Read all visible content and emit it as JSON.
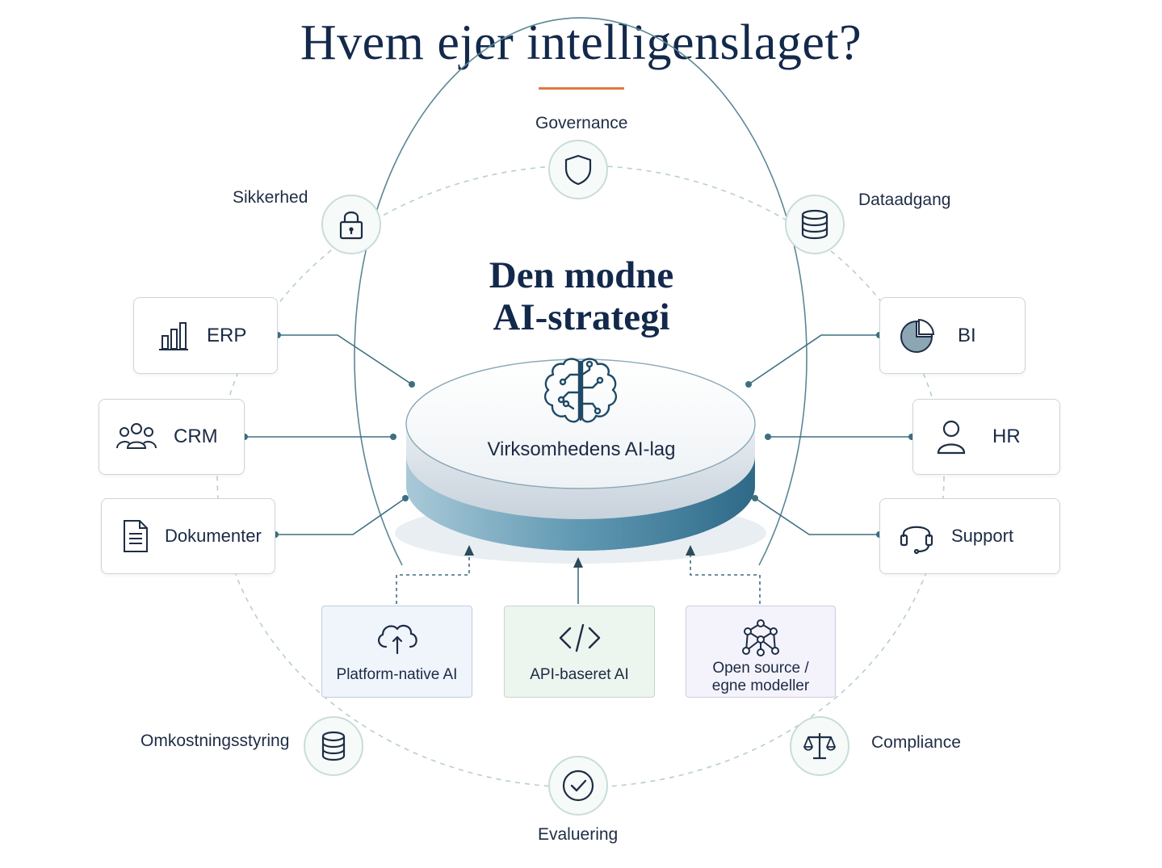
{
  "title": "Hvem ejer intelligenslaget?",
  "colors": {
    "title": "#13294b",
    "accent_rule": "#e07a43",
    "connector": "#3d6f80",
    "ring_dashed": "#b8cfcb",
    "layer_blue": "#4f8aa6",
    "platform_bg": "#f0f5fc",
    "api_bg": "#edf5ef",
    "open_bg": "#f4f2fb"
  },
  "center": {
    "heading_line1": "Den modne",
    "heading_line2": "AI-strategi",
    "layer_label": "Virksomhedens AI-lag",
    "icon": "brain-circuit-icon"
  },
  "ring_items": [
    {
      "label": "Governance",
      "icon": "shield-icon"
    },
    {
      "label": "Dataadgang",
      "icon": "database-icon"
    },
    {
      "label": "Compliance",
      "icon": "scale-icon"
    },
    {
      "label": "Evaluering",
      "icon": "check-circle-icon"
    },
    {
      "label": "Omkostningsstyring",
      "icon": "coin-stack-icon"
    },
    {
      "label": "Sikkerhed",
      "icon": "lock-icon"
    }
  ],
  "systems_left": [
    {
      "label": "ERP",
      "icon": "bar-chart-icon"
    },
    {
      "label": "CRM",
      "icon": "people-icon"
    },
    {
      "label": "Dokumenter",
      "icon": "document-icon"
    }
  ],
  "systems_right": [
    {
      "label": "BI",
      "icon": "pie-chart-icon"
    },
    {
      "label": "HR",
      "icon": "person-icon"
    },
    {
      "label": "Support",
      "icon": "headset-icon"
    }
  ],
  "approaches": [
    {
      "label": "Platform-native AI",
      "icon": "cloud-upload-icon"
    },
    {
      "label": "API-baseret AI",
      "icon": "code-icon"
    },
    {
      "label_line1": "Open source /",
      "label_line2": "egne modeller",
      "icon": "network-icon"
    }
  ]
}
